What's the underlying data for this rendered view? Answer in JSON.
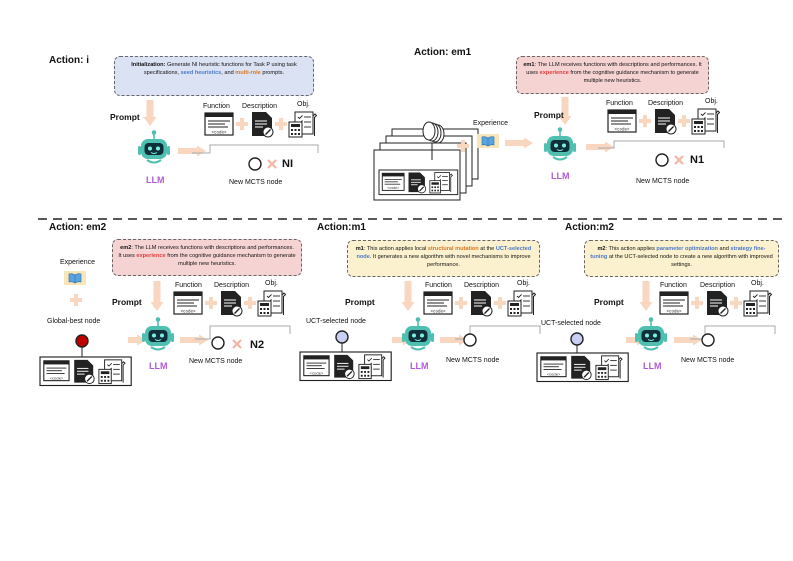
{
  "colors": {
    "arrow": "#f8d6c0",
    "robot": "#4fbfb1",
    "llm_text": "#b05bd6",
    "red_node": "#c00000",
    "blue_node": "#c9cff2",
    "blue_box": "#dbe2f3",
    "pink_box": "#f6d3d3",
    "yellow_box": "#fcf1cf"
  },
  "common": {
    "prompt": "Prompt",
    "function": "Function",
    "description": "Description",
    "obj": "Obj.",
    "llm": "LLM",
    "new_mcts_node": "New MCTS node",
    "code_tag": "<code>",
    "experience": "Experience",
    "global_best": "Global-best node",
    "uct_selected": "UCT-selected node"
  },
  "actions": {
    "i": {
      "title": "Action: i",
      "lead": "Initialization",
      "colon": ": ",
      "t1": "Generate NI heuristic functions for Task P using task specifications, ",
      "h1": "seed heuristics",
      "t2": ", and ",
      "h2": "multi-role",
      "t3": " prompts.",
      "multiplier": "NI"
    },
    "em1": {
      "title": "Action: em1",
      "lead": "em1",
      "t1": ": The LLM receives functions with descriptions and performances. It uses ",
      "h1": "experience",
      "t2": " from the cognitive guidance mechanism to generate multiple new heuristics.",
      "multiplier": "N1"
    },
    "em2": {
      "title": "Action: em2",
      "lead": "em2",
      "t1": ": The LLM receives functions with descriptions and performances. It uses ",
      "h1": "experience",
      "t2": " from the cognitive guidance mechanism to generate multiple new heuristics.",
      "multiplier": "N2"
    },
    "m1": {
      "title": "Action:m1",
      "lead": "m1",
      "t1": ": This action applies local ",
      "h1": "structural mutation",
      "t2": " at the ",
      "h2": "UCT-selected node",
      "t3": ". It generates a new algorithm with novel mechanisms to improve performance."
    },
    "m2": {
      "title": "Action:m2",
      "lead": "m2",
      "t1": ": This action applies ",
      "h1": "parameter optimization",
      "t2": " and ",
      "h2": "strategy fine-tuning",
      "t3": " at the UCT-selected node to create a new algorithm with improved settings."
    }
  }
}
